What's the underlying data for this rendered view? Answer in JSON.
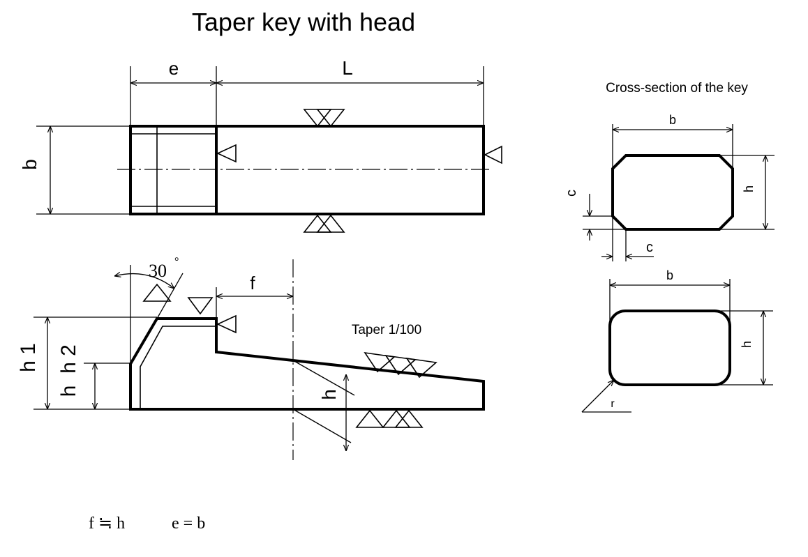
{
  "title": "Taper key with head",
  "top_view": {
    "dim_e": "e",
    "dim_L": "L",
    "dim_b": "b"
  },
  "side_view": {
    "angle": "30",
    "degree_mark": "°",
    "dim_f": "f",
    "dim_h1": "h 1",
    "dim_h2": "h 2",
    "dim_h_left": "h",
    "dim_h": "h",
    "taper": "Taper 1/100"
  },
  "cross_section": {
    "title": "Cross-section of the key",
    "chamfered": {
      "b": "b",
      "h": "h",
      "c_vertical": "c",
      "c_horizontal": "c"
    },
    "rounded": {
      "b": "b",
      "h": "h",
      "r": "r"
    }
  },
  "formula": {
    "f_rel": "f ≒ h",
    "e_rel": "e = b"
  }
}
